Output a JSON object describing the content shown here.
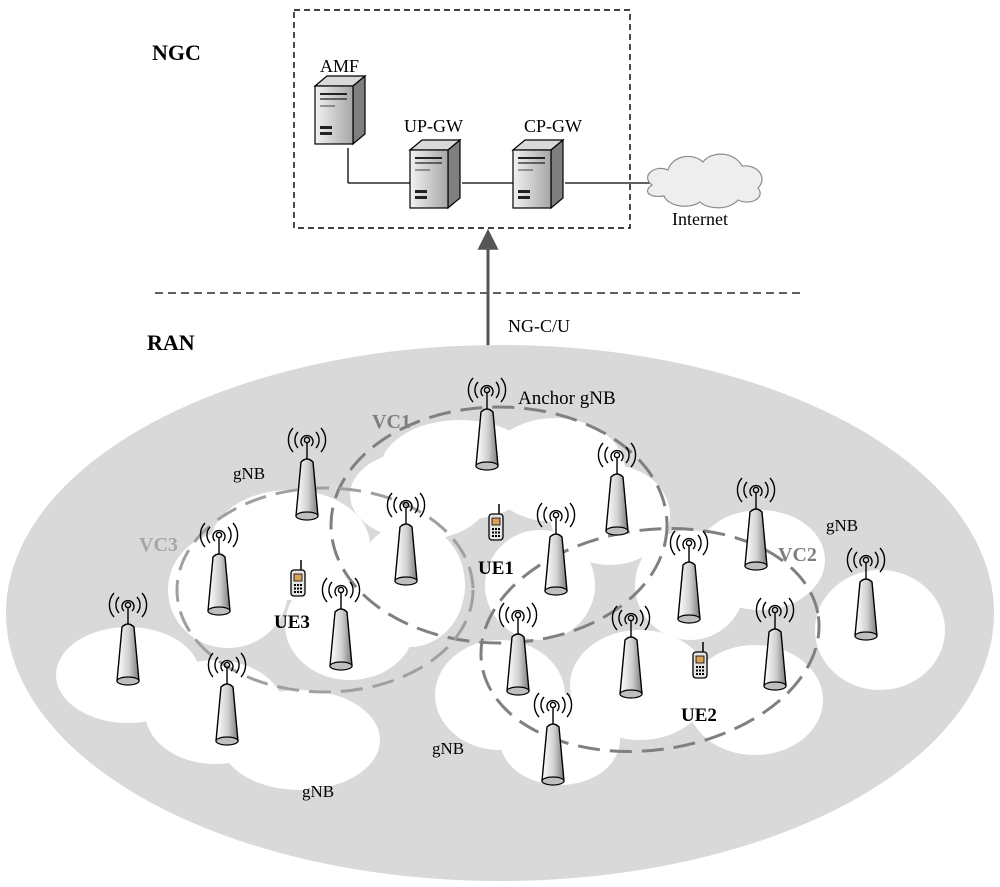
{
  "core": {
    "title": "NGC",
    "amf": "AMF",
    "up_gw": "UP-GW",
    "cp_gw": "CP-GW",
    "internet": "Internet"
  },
  "interface_label": "NG-C/U",
  "ran": {
    "title": "RAN",
    "anchor": "Anchor gNB",
    "gnb": "gNB",
    "vc1": "VC1",
    "vc2": "VC2",
    "vc3": "VC3",
    "ue1": "UE1",
    "ue2": "UE2",
    "ue3": "UE3"
  },
  "colors": {
    "ran_background": "#d9d9d9",
    "cells": "#ffffff",
    "vc_outline": "#808080",
    "vc3_label": "#a6a6a6"
  }
}
